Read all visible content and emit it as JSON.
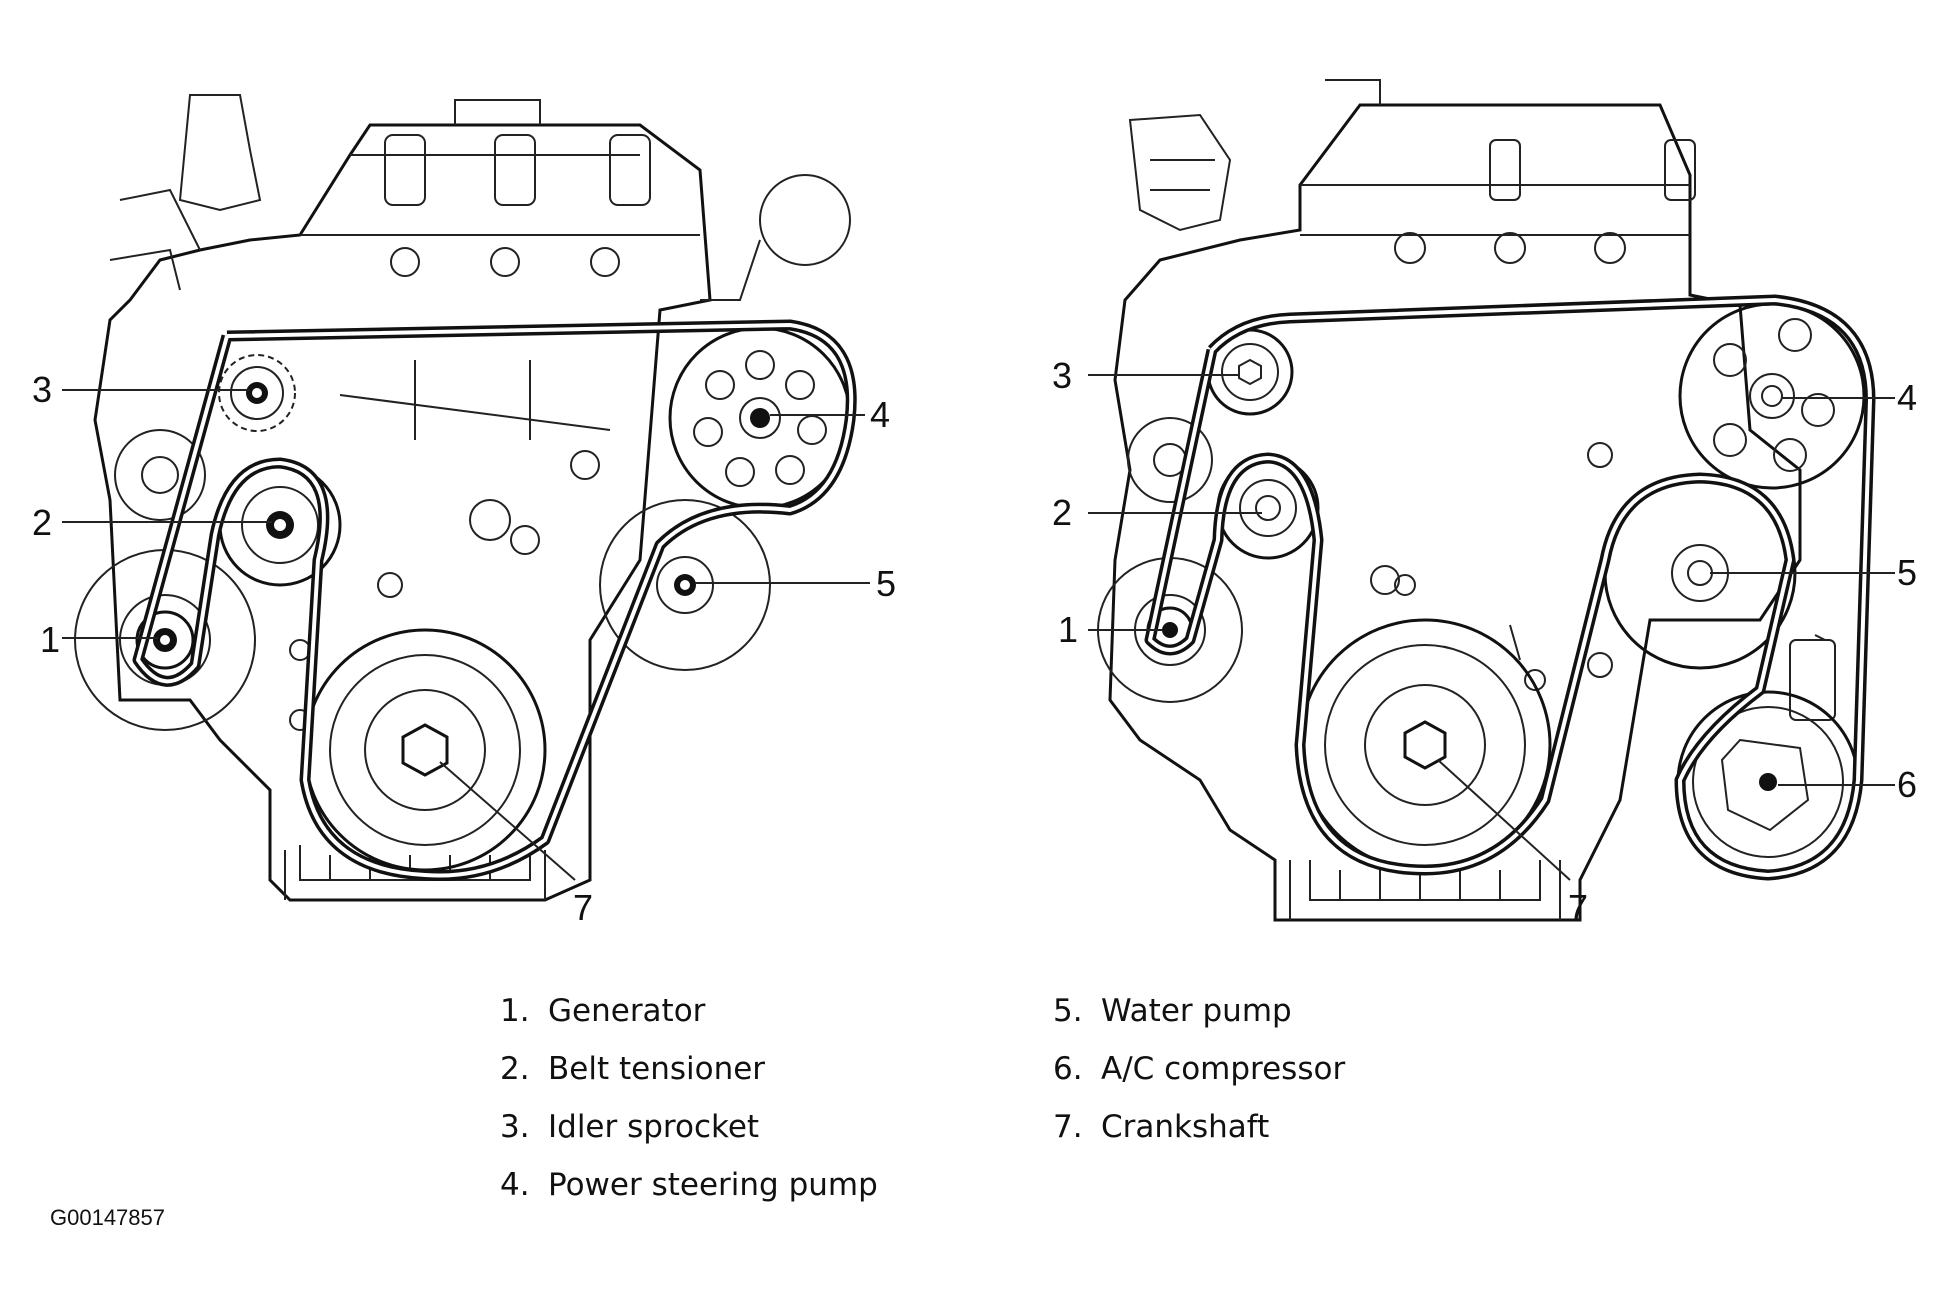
{
  "callouts": {
    "left": {
      "c1": "1",
      "c2": "2",
      "c3": "3",
      "c4": "4",
      "c5": "5",
      "c7": "7"
    },
    "right": {
      "c1": "1",
      "c2": "2",
      "c3": "3",
      "c4": "4",
      "c5": "5",
      "c6": "6",
      "c7": "7"
    }
  },
  "legend": {
    "items": [
      {
        "num": "1.",
        "label": "Generator"
      },
      {
        "num": "2.",
        "label": "Belt tensioner"
      },
      {
        "num": "3.",
        "label": "Idler sprocket"
      },
      {
        "num": "4.",
        "label": "Power steering pump"
      },
      {
        "num": "5.",
        "label": "Water pump"
      },
      {
        "num": "6.",
        "label": "A/C compressor"
      },
      {
        "num": "7.",
        "label": "Crankshaft"
      }
    ]
  },
  "figure_code": "G00147857",
  "colors": {
    "ink": "#111111",
    "background": "#ffffff"
  }
}
